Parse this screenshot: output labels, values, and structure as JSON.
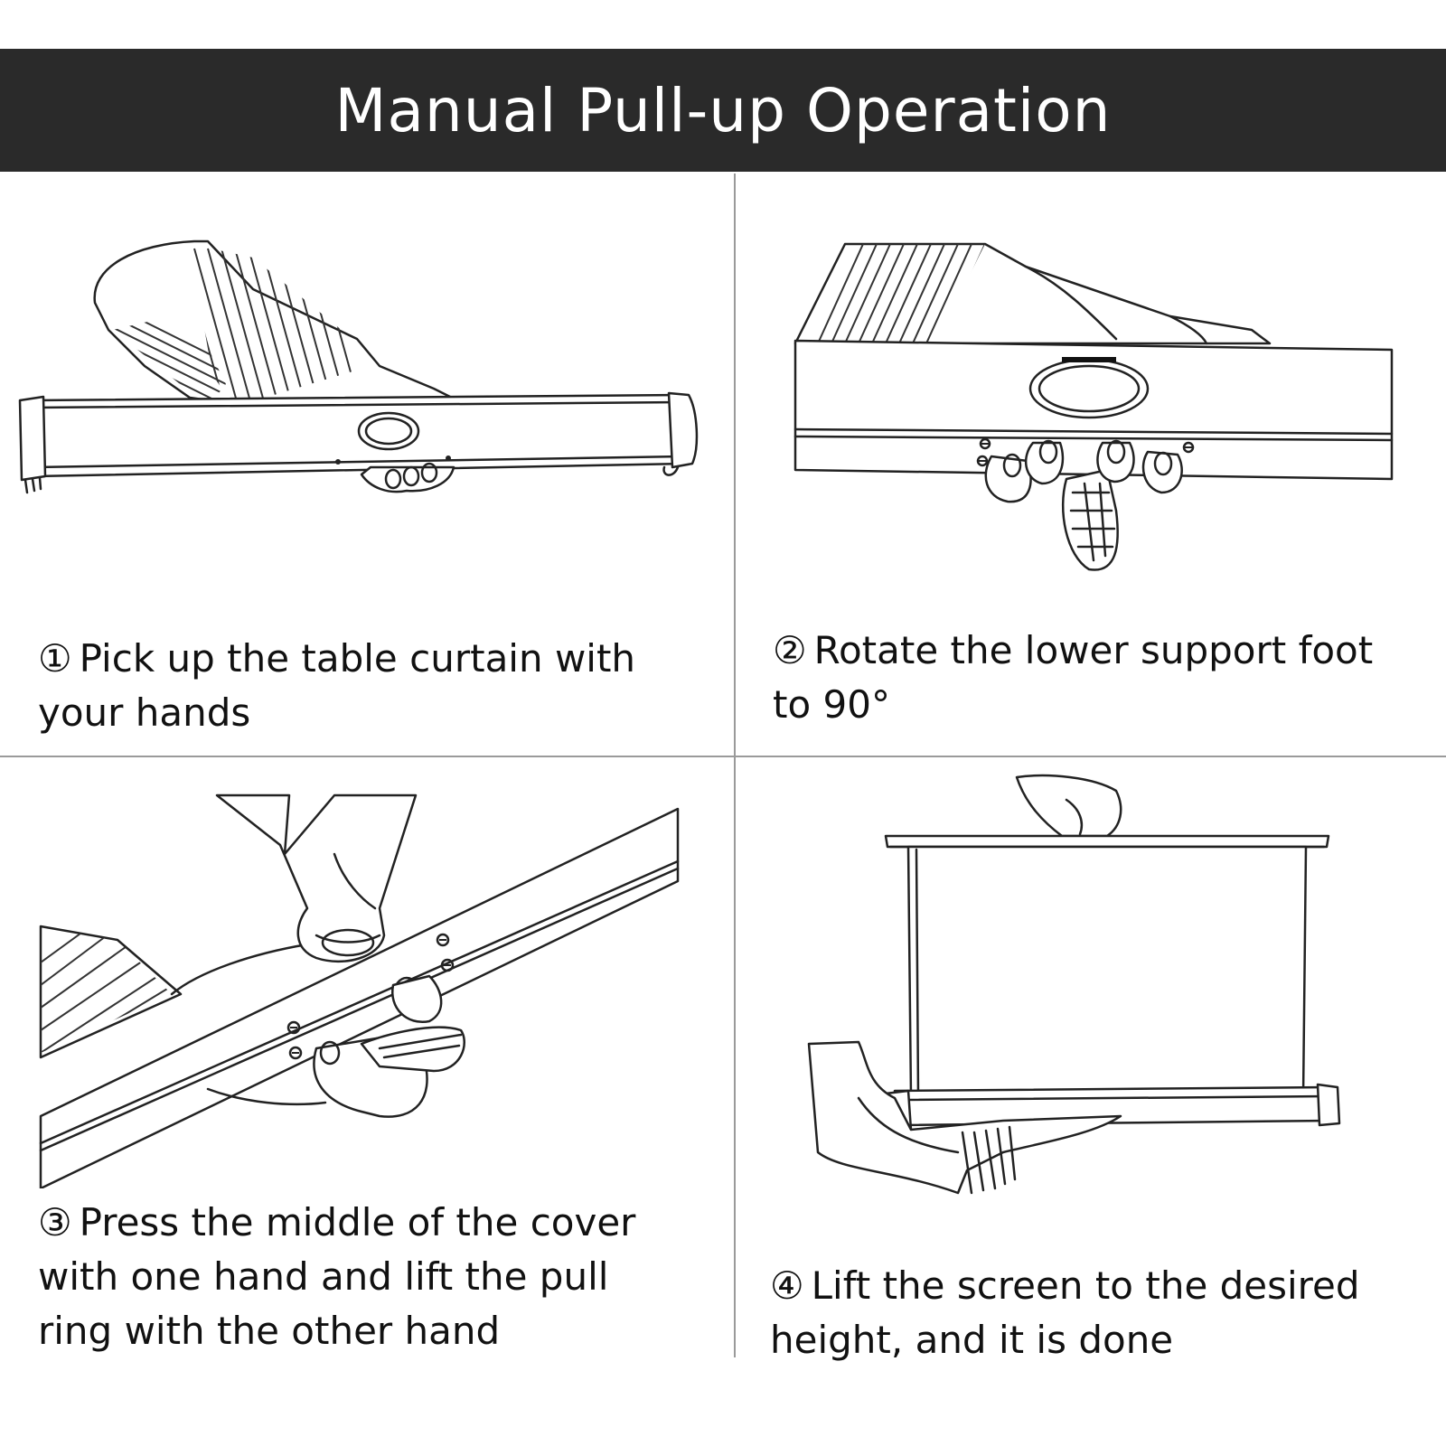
{
  "header": {
    "title": "Manual Pull-up Operation"
  },
  "steps": [
    {
      "number": "①",
      "text_line1": "Pick up the table curtain with",
      "text_line2": "your hands"
    },
    {
      "number": "②",
      "text_line1": "Rotate the lower support foot",
      "text_line2": "to 90°"
    },
    {
      "number": "③",
      "text_line1": "Press the middle of the cover",
      "text_line2": "with one hand and lift the pull",
      "text_line3": "ring with the other hand"
    },
    {
      "number": "④",
      "text_line1": "Lift the screen to the desired",
      "text_line2": "height, and it is done"
    }
  ],
  "colors": {
    "header_bg": "#2a2a2a",
    "header_text": "#ffffff",
    "divider": "#9a9a9a",
    "line_art": "#222222"
  }
}
